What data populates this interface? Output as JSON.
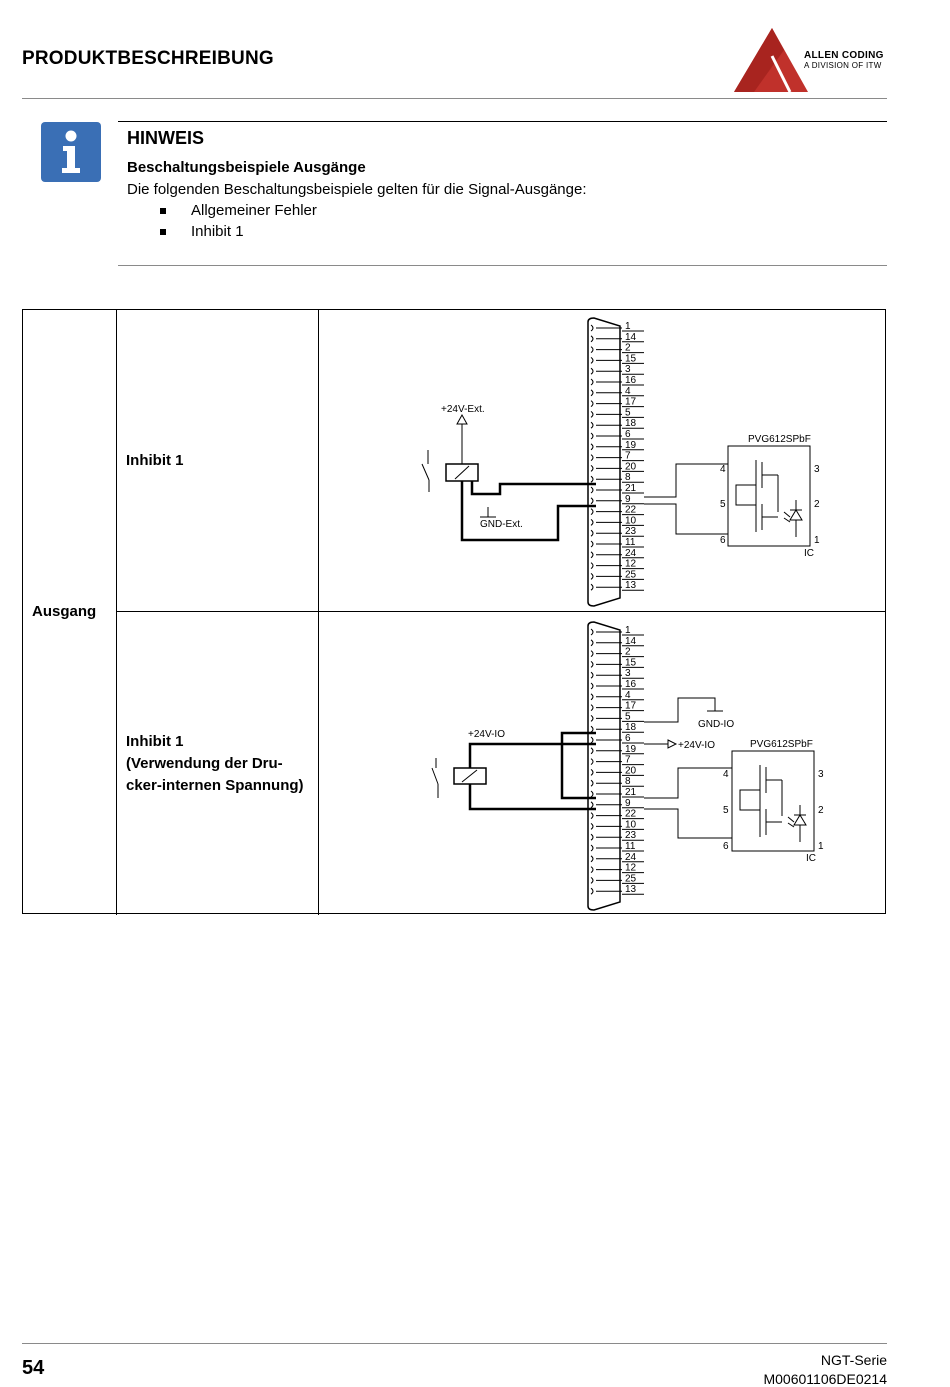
{
  "header": {
    "title": "PRODUKTBESCHREIBUNG",
    "logo_line1": "ALLEN CODING",
    "logo_line2": "A DIVISION OF ITW",
    "logo_color": "#c0312b"
  },
  "note": {
    "title": "HINWEIS",
    "subtitle": "Beschaltungsbeispiele Ausgänge",
    "text": "Die folgenden Beschaltungsbeispiele gelten für die Signal-Ausgänge:",
    "bullets": [
      "Allgemeiner Fehler",
      "Inhibit 1"
    ],
    "icon": "info-icon",
    "icon_color": "#3a6fb5"
  },
  "table": {
    "row_header": "Ausgang",
    "rows": [
      {
        "label_lines": [
          "Inhibit 1"
        ],
        "diagram": {
          "supply_label": "+24V-Ext.",
          "gnd_label": "GND-Ext.",
          "ic_name": "PVG612SPbF",
          "ic_label": "IC",
          "ic_pins_left": [
            "4",
            "5",
            "6"
          ],
          "ic_pins_right": [
            "3",
            "2",
            "1"
          ]
        }
      },
      {
        "label_lines": [
          "Inhibit 1",
          "(Verwendung der Dru-",
          "cker-internen Spannung)"
        ],
        "diagram": {
          "supply_label": "+24V-IO",
          "gnd_label": "GND-IO",
          "pin_supply_label": "+24V-IO",
          "ic_name": "PVG612SPbF",
          "ic_label": "IC",
          "ic_pins_left": [
            "4",
            "5",
            "6"
          ],
          "ic_pins_right": [
            "3",
            "2",
            "1"
          ]
        }
      }
    ],
    "connector_pins": [
      "1",
      "14",
      "2",
      "15",
      "3",
      "16",
      "4",
      "17",
      "5",
      "18",
      "6",
      "19",
      "7",
      "20",
      "8",
      "21",
      "9",
      "22",
      "10",
      "23",
      "11",
      "24",
      "12",
      "25",
      "13"
    ]
  },
  "footer": {
    "page_number": "54",
    "series": "NGT-Serie",
    "doc_id": "M00601106DE0214"
  }
}
